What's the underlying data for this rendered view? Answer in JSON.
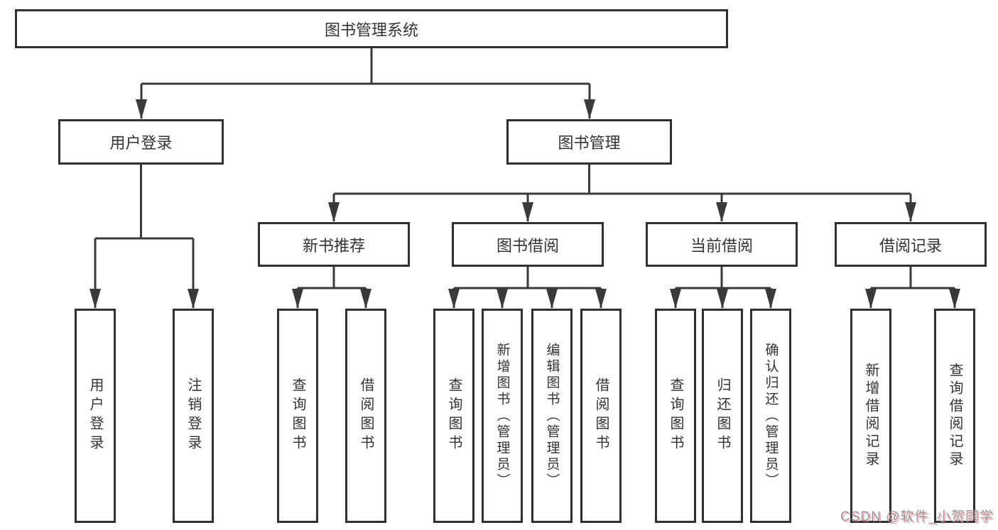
{
  "diagram": {
    "root": {
      "label": "图书管理系统"
    },
    "level2": {
      "user_login": {
        "label": "用户登录"
      },
      "book_management": {
        "label": "图书管理"
      }
    },
    "level3": {
      "new_book_recommend": {
        "label": "新书推荐"
      },
      "book_borrowing": {
        "label": "图书借阅"
      },
      "current_borrowing": {
        "label": "当前借阅"
      },
      "borrowing_records": {
        "label": "借阅记录"
      }
    },
    "leaves": {
      "user_login": {
        "label": "用户登录"
      },
      "logout": {
        "label": "注销登录"
      },
      "nb_query_books": {
        "label": "查询图书"
      },
      "nb_borrow_books": {
        "label": "借阅图书"
      },
      "bb_query_books": {
        "label": "查询图书"
      },
      "bb_add_books": {
        "label": "新增图书（管理员）"
      },
      "bb_edit_books": {
        "label": "编辑图书（管理员）"
      },
      "bb_borrow_books": {
        "label": "借阅图书"
      },
      "cb_query_books": {
        "label": "查询图书"
      },
      "cb_return_books": {
        "label": "归还图书"
      },
      "cb_confirm_return": {
        "label": "确认归还（管理员）"
      },
      "br_add_record": {
        "label": "新增借阅记录"
      },
      "br_query_record": {
        "label": "查询借阅记录"
      }
    }
  },
  "watermark": {
    "text": "CSDN @软件_小贺同学"
  },
  "colors": {
    "line": "#3a3a3a",
    "box_border": "#2f2f2f",
    "text": "#333333",
    "background": "#ffffff",
    "watermark_gray": "#9b9b9b",
    "watermark_pink": "#f06e82"
  }
}
